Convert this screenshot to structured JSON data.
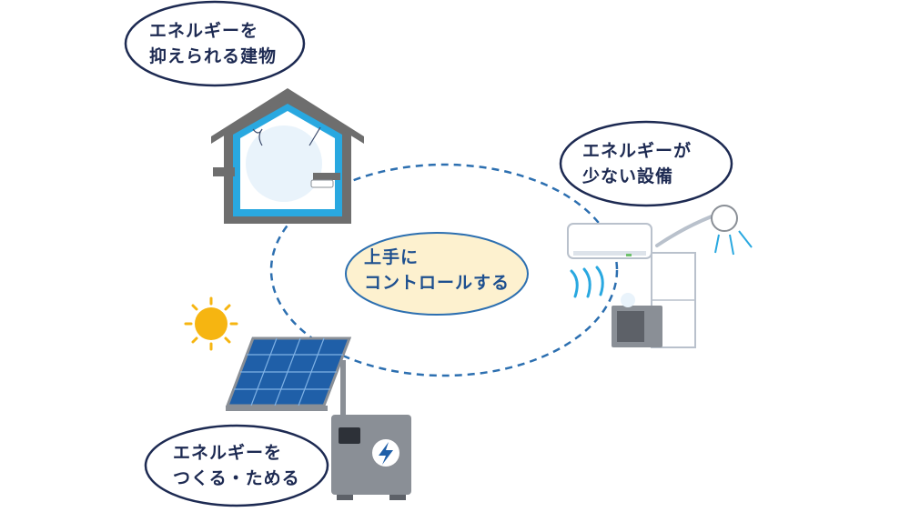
{
  "bubbles": {
    "building": {
      "line1": "エネルギーを",
      "line2": "抑えられる建物"
    },
    "equipment": {
      "line1": "エネルギーが",
      "line2": "少ない設備"
    },
    "generation": {
      "line1": "エネルギーを",
      "line2": "つくる・ためる"
    }
  },
  "center": {
    "line1": "上手に",
    "line2": "コントロールする"
  },
  "colors": {
    "bubble_border": "#1d2a52",
    "center_fill": "#fdf1cf",
    "center_border": "#2c6fb0",
    "loop_dash": "#2c6fb0",
    "house_wall": "#6e6e6e",
    "house_insulation": "#29a8e0",
    "solar_panel": "#1f5fa8",
    "sun": "#f6b511",
    "battery_body": "#8a8f96"
  },
  "icons": {
    "house": "house-icon",
    "air_conditioner": "air-conditioner-icon",
    "shower": "shower-icon",
    "water_heater": "water-heater-icon",
    "sun": "sun-icon",
    "solar_panel": "solar-panel-icon",
    "battery": "battery-icon",
    "lightning": "lightning-icon"
  }
}
